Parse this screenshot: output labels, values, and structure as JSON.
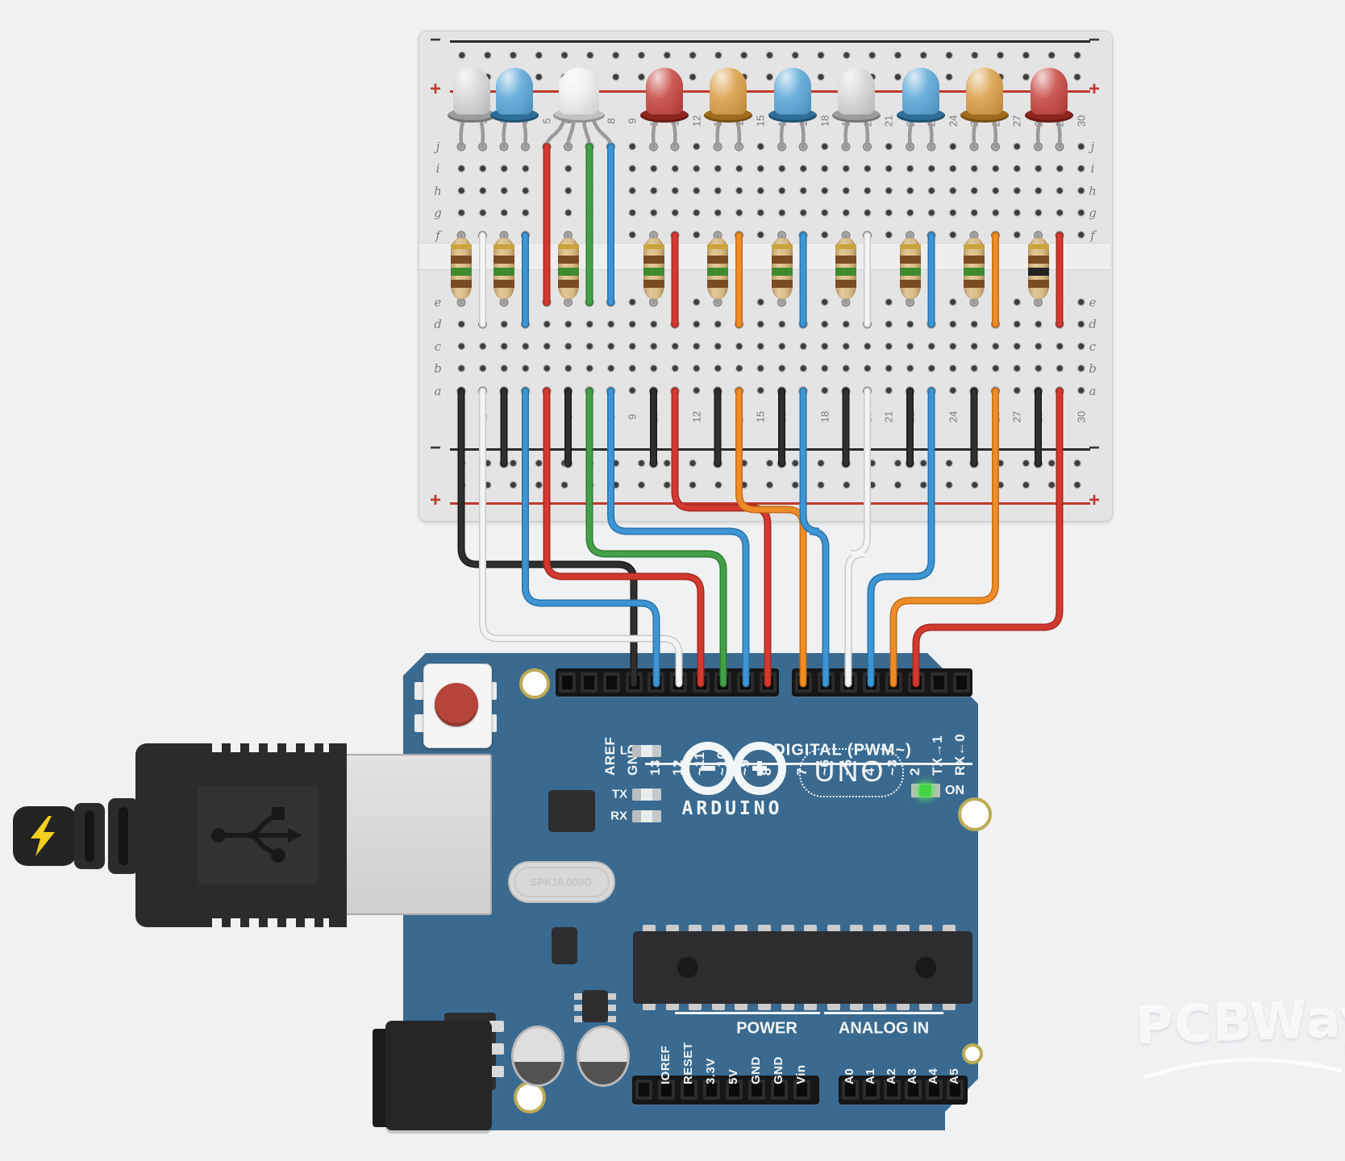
{
  "breadboard": {
    "rail_minus_symbol": "−",
    "rail_plus_symbol": "+",
    "row_letters_top": [
      "j",
      "i",
      "h",
      "g",
      "f"
    ],
    "row_letters_bottom": [
      "e",
      "d",
      "c",
      "b",
      "a"
    ],
    "column_count": 30,
    "leds": [
      {
        "type": "led",
        "color": "white",
        "cols": [
          1,
          2
        ]
      },
      {
        "type": "led",
        "color": "blue",
        "cols": [
          3,
          4
        ]
      },
      {
        "type": "rgb-led",
        "color": "rgb",
        "cols": [
          5,
          6,
          7,
          8
        ]
      },
      {
        "type": "led",
        "color": "red",
        "cols": [
          10,
          11
        ]
      },
      {
        "type": "led",
        "color": "orange",
        "cols": [
          13,
          14
        ]
      },
      {
        "type": "led",
        "color": "blue",
        "cols": [
          16,
          17
        ]
      },
      {
        "type": "led",
        "color": "white",
        "cols": [
          19,
          20
        ]
      },
      {
        "type": "led",
        "color": "blue",
        "cols": [
          22,
          23
        ]
      },
      {
        "type": "led",
        "color": "orange",
        "cols": [
          25,
          26
        ]
      },
      {
        "type": "led",
        "color": "red",
        "cols": [
          28,
          29
        ]
      }
    ],
    "resistors": [
      {
        "col": 1,
        "bands": [
          "gold",
          "brown",
          "green",
          "brown"
        ]
      },
      {
        "col": 3,
        "bands": [
          "gold",
          "brown",
          "green",
          "brown"
        ]
      },
      {
        "col": 6,
        "bands": [
          "gold",
          "brown",
          "green",
          "brown"
        ]
      },
      {
        "col": 10,
        "bands": [
          "gold",
          "brown",
          "green",
          "brown"
        ]
      },
      {
        "col": 13,
        "bands": [
          "gold",
          "brown",
          "green",
          "brown"
        ]
      },
      {
        "col": 16,
        "bands": [
          "gold",
          "brown",
          "green",
          "brown"
        ]
      },
      {
        "col": 19,
        "bands": [
          "gold",
          "brown",
          "green",
          "brown"
        ]
      },
      {
        "col": 22,
        "bands": [
          "gold",
          "brown",
          "green",
          "brown"
        ]
      },
      {
        "col": 25,
        "bands": [
          "gold",
          "brown",
          "green",
          "brown"
        ]
      },
      {
        "col": 28,
        "bands": [
          "gold",
          "brown",
          "black",
          "brown"
        ]
      }
    ],
    "gap_jumpers": [
      {
        "col": 2,
        "color": "white"
      },
      {
        "col": 4,
        "color": "blue"
      },
      {
        "col": 11,
        "color": "red"
      },
      {
        "col": 14,
        "color": "orange"
      },
      {
        "col": 17,
        "color": "blue"
      },
      {
        "col": 20,
        "color": "white"
      },
      {
        "col": 23,
        "color": "blue"
      },
      {
        "col": 26,
        "color": "orange"
      },
      {
        "col": 29,
        "color": "red"
      }
    ],
    "rgb_feed_wires": [
      {
        "col": 5,
        "color": "red"
      },
      {
        "col": 7,
        "color": "green"
      },
      {
        "col": 8,
        "color": "blue"
      }
    ],
    "ground_jumper_cols": [
      3,
      6,
      10,
      13,
      16,
      19,
      22,
      25,
      28
    ],
    "out_wires": [
      {
        "col": 1,
        "color": "black",
        "pin": "GND"
      },
      {
        "col": 2,
        "color": "white",
        "pin": "12"
      },
      {
        "col": 4,
        "color": "blue",
        "pin": "13"
      },
      {
        "col": 5,
        "color": "red",
        "pin": "~11"
      },
      {
        "col": 7,
        "color": "green",
        "pin": "~10"
      },
      {
        "col": 8,
        "color": "blue",
        "pin": "~9"
      },
      {
        "col": 11,
        "color": "red",
        "pin": "8"
      },
      {
        "col": 14,
        "color": "orange",
        "pin": "7"
      },
      {
        "col": 17,
        "color": "blue",
        "pin": "~6"
      },
      {
        "col": 20,
        "color": "white",
        "pin": "~5"
      },
      {
        "col": 23,
        "color": "blue",
        "pin": "4"
      },
      {
        "col": 26,
        "color": "orange",
        "pin": "~3"
      },
      {
        "col": 29,
        "color": "red",
        "pin": "2"
      }
    ]
  },
  "arduino": {
    "digital_pin_labels_left": [
      "AREF",
      "GND",
      "13",
      "12",
      "~11",
      "~10",
      "~9",
      "8"
    ],
    "digital_pin_labels_right": [
      "7",
      "~6",
      "~5",
      "4",
      "~3",
      "2",
      "TX→1",
      "RX←0"
    ],
    "digital_caption": "DIGITAL (PWM~)",
    "logo_text": "ARDUINO",
    "model": "UNO",
    "led_labels": [
      "L",
      "TX",
      "RX"
    ],
    "on_label": "ON",
    "crystal_label": "SPK16.000G",
    "power_caption": "POWER",
    "power_pin_labels": [
      "IOREF",
      "RESET",
      "3.3V",
      "5V",
      "GND",
      "GND",
      "Vin"
    ],
    "analog_caption": "ANALOG IN",
    "analog_pin_labels": [
      "A0",
      "A1",
      "A2",
      "A3",
      "A4",
      "A5"
    ]
  },
  "watermark": {
    "text": "PCBWay"
  },
  "colors": {
    "board_blue": "#3a6a90",
    "breadboard": "#e4e4e4",
    "rail_red": "#c0392f",
    "rail_black": "#2b2b2b",
    "wire_red": "#d2392f",
    "wire_green": "#43a047",
    "wire_blue": "#3d95d4",
    "wire_orange": "#ee8c29",
    "wire_black": "#2f2f2f",
    "wire_white": "#f4f4f4",
    "on_led_green": "#44d444"
  }
}
